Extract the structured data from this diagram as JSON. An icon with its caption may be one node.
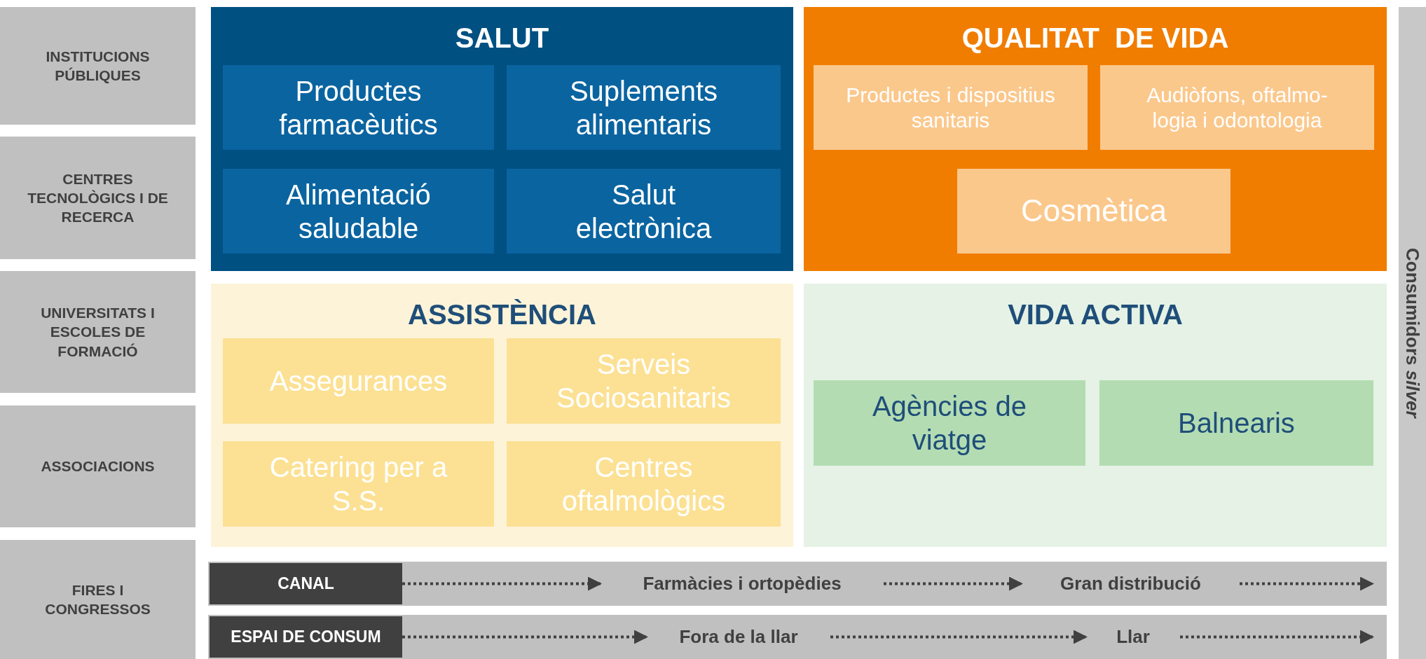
{
  "diagram": {
    "nodes": [
      {
        "text": [
          "INSTITUCIONS PÚBLIQUES"
        ]
      },
      {
        "text": [
          "CENTRES TECNOLÒGICS I DE RECERCA"
        ]
      },
      {
        "text": [
          "UNIVERSITATS I ESCOLES DE FORMACIÓ"
        ]
      },
      {
        "text": [
          "ASSOCIACIONS"
        ]
      },
      {
        "text": [
          "FIRES I CONGRESSOS"
        ]
      },
      {
        "text": [
          "SALUT"
        ]
      },
      {
        "text": [
          "Productes farmacèutics"
        ],
        "in": 5
      },
      {
        "text": [
          "Suplements alimentaris"
        ],
        "in": 5
      },
      {
        "text": [
          "Alimentació saludable"
        ],
        "in": 5
      },
      {
        "text": [
          "Salut electrònica"
        ],
        "in": 5
      },
      {
        "text": [
          "QUALITAT  DE VIDA"
        ]
      },
      {
        "text": [
          "Productes i dispositius sanitaris"
        ],
        "in": 10
      },
      {
        "text": [
          "Audiòfons, oftalmo- logia i odontologia"
        ],
        "in": 10
      },
      {
        "text": [
          "Cosmètica"
        ],
        "in": 10
      },
      {
        "text": [
          "ASSISTÈNCIA"
        ]
      },
      {
        "text": [
          "Assegurances"
        ],
        "in": 14
      },
      {
        "text": [
          "Serveis Sociosanitaris"
        ],
        "in": 14
      },
      {
        "text": [
          "Catering per a S.S."
        ],
        "in": 14
      },
      {
        "text": [
          "Centres oftalmològics"
        ],
        "in": 14
      },
      {
        "text": [
          "VIDA ACTIVA"
        ]
      },
      {
        "text": [
          "Agències de viatge"
        ],
        "in": 19
      },
      {
        "text": [
          "Balnearis"
        ],
        "in": 19
      },
      {
        "text": [
          "Consumidors *silver*"
        ]
      },
      {
        "text": [],
        "shape": "bar"
      },
      {
        "text": [
          "CANAL"
        ],
        "in": 23
      },
      {
        "text": [
          "Farmàcies i ortopèdies"
        ],
        "in": 23
      },
      {
        "text": [
          "Gran distribució"
        ],
        "in": 23
      },
      {
        "text": [],
        "shape": "bar"
      },
      {
        "text": [
          "ESPAI DE CONSUM"
        ],
        "in": 27
      },
      {
        "text": [
          "Fora de la llar"
        ],
        "in": 27
      },
      {
        "text": [
          "Llar"
        ],
        "in": 27
      }
    ],
    "edges": [
      {
        "from": 24,
        "to": 25,
        "arrow": "to"
      },
      {
        "from": 25,
        "to": 26,
        "arrow": "to"
      },
      {
        "from": 26,
        "to": null,
        "arrow": "to"
      },
      {
        "from": 28,
        "to": 29,
        "arrow": "to"
      },
      {
        "from": 29,
        "to": 30,
        "arrow": "to"
      },
      {
        "from": 30,
        "to": null,
        "arrow": "to"
      }
    ]
  }
}
